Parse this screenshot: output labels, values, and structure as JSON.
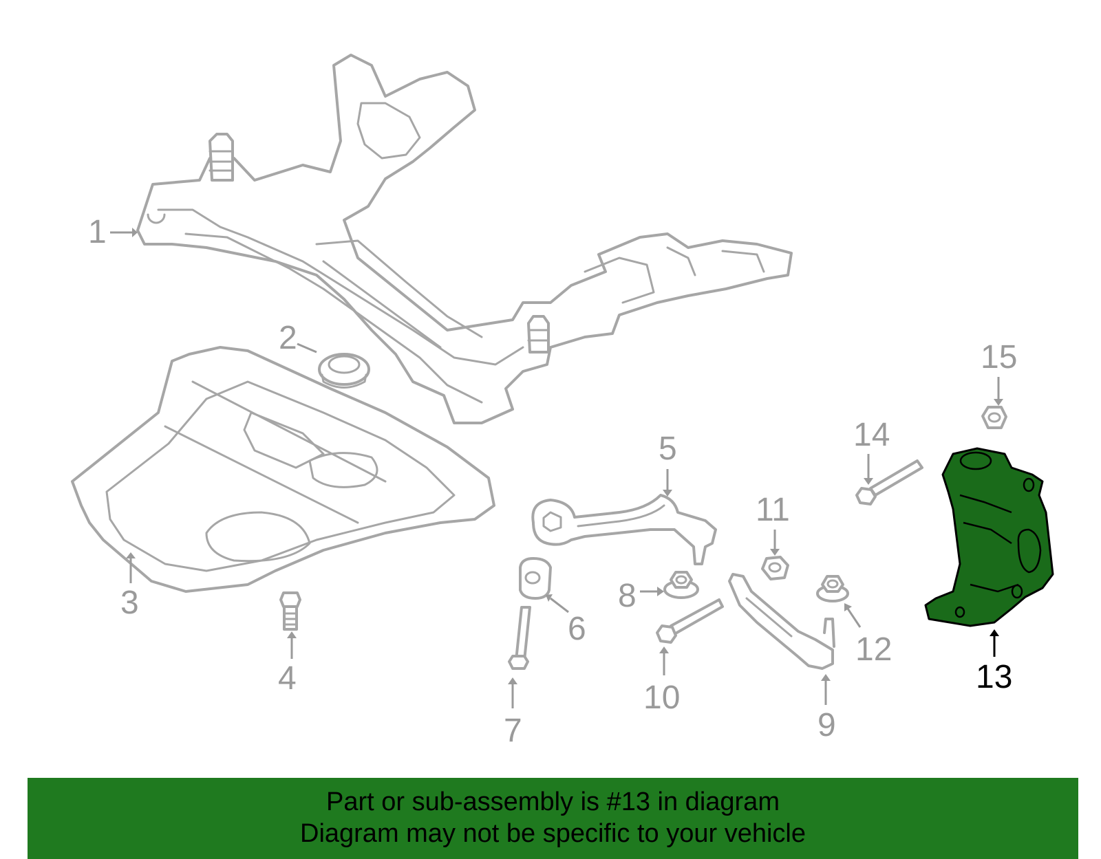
{
  "diagram": {
    "highlight_color": "#1f7a1f",
    "highlighted_part": "13",
    "callouts": [
      {
        "id": "1",
        "label": "1"
      },
      {
        "id": "2",
        "label": "2"
      },
      {
        "id": "3",
        "label": "3"
      },
      {
        "id": "4",
        "label": "4"
      },
      {
        "id": "5",
        "label": "5"
      },
      {
        "id": "6",
        "label": "6"
      },
      {
        "id": "7",
        "label": "7"
      },
      {
        "id": "8",
        "label": "8"
      },
      {
        "id": "9",
        "label": "9"
      },
      {
        "id": "10",
        "label": "10"
      },
      {
        "id": "11",
        "label": "11"
      },
      {
        "id": "12",
        "label": "12"
      },
      {
        "id": "13",
        "label": "13"
      },
      {
        "id": "14",
        "label": "14"
      },
      {
        "id": "15",
        "label": "15"
      }
    ]
  },
  "banner": {
    "line1": "Part or sub-assembly is #13 in diagram",
    "line2": "Diagram may not be specific to your vehicle",
    "background": "#1f7a1f"
  }
}
